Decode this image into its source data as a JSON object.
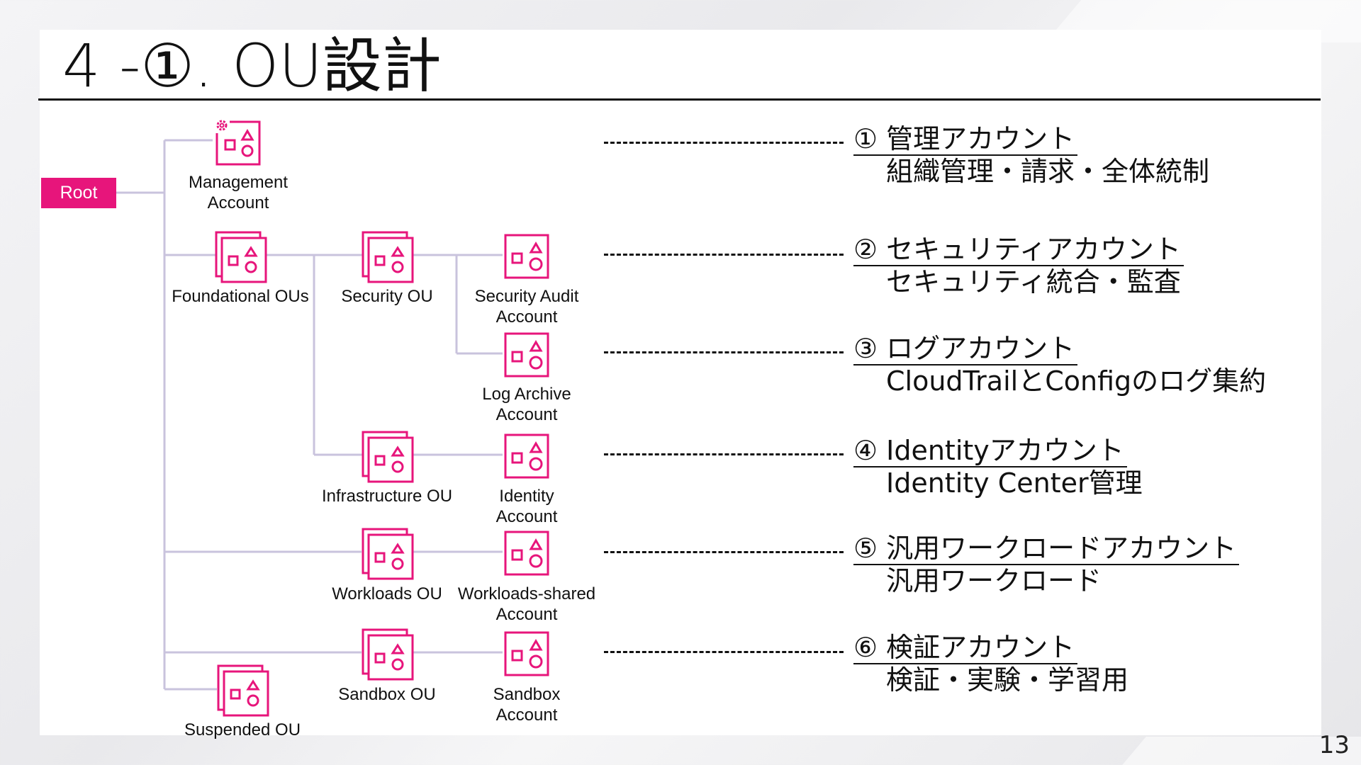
{
  "slide": {
    "title": "4 -①. OU設計",
    "page_number": "13"
  },
  "root": {
    "label": "Root"
  },
  "nodes": {
    "management": {
      "label": "Management\nAccount",
      "icon": "account-gear-icon"
    },
    "foundational": {
      "label": "Foundational OUs",
      "icon": "ou-icon"
    },
    "security_ou": {
      "label": "Security OU",
      "icon": "ou-icon"
    },
    "security_audit": {
      "label": "Security Audit\nAccount",
      "icon": "account-icon"
    },
    "log_archive": {
      "label": "Log Archive\nAccount",
      "icon": "account-icon"
    },
    "infrastructure_ou": {
      "label": "Infrastructure OU",
      "icon": "ou-icon"
    },
    "identity": {
      "label": "Identity\nAccount",
      "icon": "account-icon"
    },
    "workloads_ou": {
      "label": "Workloads OU",
      "icon": "ou-icon"
    },
    "workloads_shared": {
      "label": "Workloads-shared\nAccount",
      "icon": "account-icon"
    },
    "sandbox_ou": {
      "label": "Sandbox OU",
      "icon": "ou-icon"
    },
    "sandbox_account": {
      "label": "Sandbox\nAccount",
      "icon": "account-icon"
    },
    "suspended_ou": {
      "label": "Suspended OU",
      "icon": "ou-icon"
    }
  },
  "descriptions": [
    {
      "title": "① 管理アカウント",
      "sub": "組織管理・請求・全体統制"
    },
    {
      "title": "② セキュリティアカウント",
      "sub": "セキュリティ統合・監査"
    },
    {
      "title": "③ ログアカウント",
      "sub": "CloudTrailとConfigのログ集約"
    },
    {
      "title": "④ Identityアカウント",
      "sub": "Identity Center管理"
    },
    {
      "title": "⑤ 汎用ワークロードアカウント",
      "sub": "汎用ワークロード"
    },
    {
      "title": "⑥ 検証アカウント",
      "sub": "検証・実験・学習用"
    }
  ],
  "colors": {
    "accent": "#e7157b",
    "connector": "#c9c3dd",
    "text": "#111111"
  }
}
